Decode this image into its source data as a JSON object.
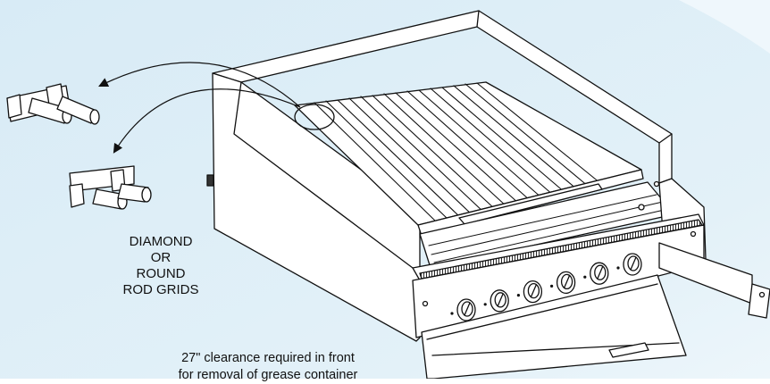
{
  "labels": {
    "grid_type": [
      "DIAMOND",
      "OR",
      "ROUND",
      "ROD GRIDS"
    ],
    "clearance": [
      "27\" clearance required in front",
      "for removal of grease container"
    ]
  },
  "colors": {
    "background": "#dfeef7",
    "background_light": "#f4fafd",
    "line": "#111111",
    "fill": "#ffffff"
  },
  "controls": {
    "knob_count": 6
  }
}
